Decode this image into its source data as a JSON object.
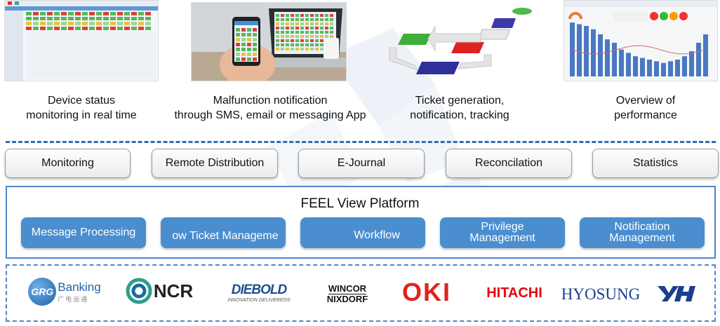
{
  "features": [
    {
      "id": "device",
      "caption_line1": "Device status",
      "caption_line2": "monitoring in real time",
      "icon": "dashboard-screenshot"
    },
    {
      "id": "notify",
      "caption_line1": "Malfunction notification",
      "caption_line2": "through SMS, email or messaging App",
      "icon": "phone-laptop-photo"
    },
    {
      "id": "ticket",
      "caption_line1": "Ticket generation,",
      "caption_line2": "notification, tracking",
      "icon": "flow-diagram"
    },
    {
      "id": "performance",
      "caption_line1": "Overview of",
      "caption_line2": "performance",
      "icon": "bar-chart-dashboard"
    }
  ],
  "modules": [
    "Monitoring",
    "Remote Distribution",
    "E-Journal",
    "Reconcilation",
    "Statistics"
  ],
  "platform": {
    "title": "FEEL View Platform",
    "components": [
      {
        "line1": "Message Processing",
        "line2": ""
      },
      {
        "line1": "ow Ticket Manageme",
        "line2": ""
      },
      {
        "line1": "Workflow",
        "line2": ""
      },
      {
        "line1": "Privilege",
        "line2": "Management"
      },
      {
        "line1": "Notification",
        "line2": "Management"
      }
    ]
  },
  "vendors": {
    "grg": {
      "name": "GRG",
      "brand": "Banking",
      "sub": "广电运通"
    },
    "ncr": {
      "name": "NCR"
    },
    "diebold": {
      "name": "DIEBOLD",
      "tagline": "INNOVATION DELIVERED®"
    },
    "wincor": {
      "line1": "WINCOR",
      "line2": "NIXDORF"
    },
    "oki": {
      "name": "OKI"
    },
    "hitachi": {
      "name": "HITACHI"
    },
    "hyosung": {
      "name": "HYOSUNG"
    },
    "yh": {
      "name": "YH"
    }
  },
  "colors": {
    "accent": "#4a8ed0",
    "dash": "#2f6fb5",
    "oki_red": "#e2231a",
    "hitachi_red": "#e60012",
    "diebold_blue": "#1d4f91",
    "hyosung_blue": "#1b3f8f"
  }
}
